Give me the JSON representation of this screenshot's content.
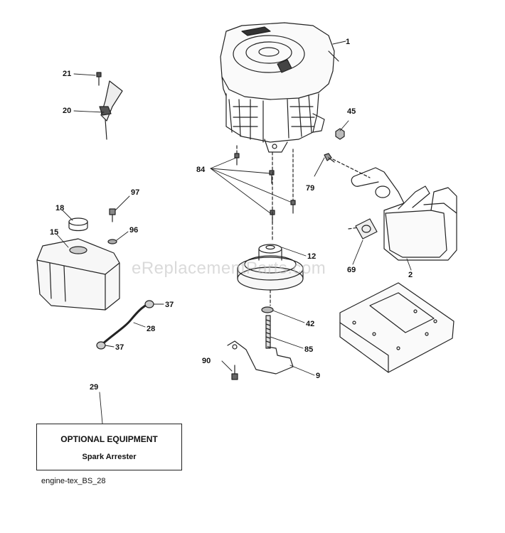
{
  "labels": {
    "p1": "1",
    "p2": "2",
    "p9": "9",
    "p12": "12",
    "p15": "15",
    "p18": "18",
    "p20": "20",
    "p21": "21",
    "p28": "28",
    "p29": "29",
    "p37a": "37",
    "p37b": "37",
    "p42": "42",
    "p45": "45",
    "p69": "69",
    "p79": "79",
    "p84": "84",
    "p85": "85",
    "p90": "90",
    "p96": "96",
    "p97": "97"
  },
  "watermark": "eReplacementParts.com",
  "optional_box": {
    "title": "OPTIONAL EQUIPMENT",
    "subtitle": "Spark Arrester"
  },
  "caption": "engine-tex_BS_28"
}
